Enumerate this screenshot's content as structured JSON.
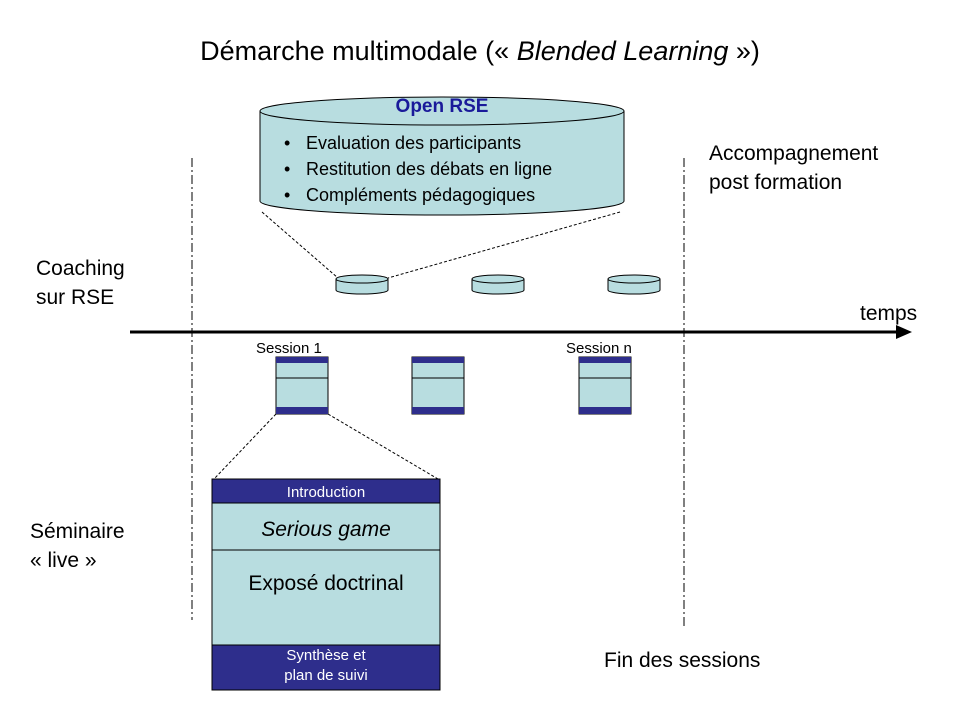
{
  "title_parts": [
    "Démarche multimodale (« ",
    "Blended Learning",
    " »)"
  ],
  "open_rse": {
    "title": "Open RSE",
    "bullets": [
      "Evaluation des participants",
      "Restitution des débats en ligne",
      "Compléments pédagogiques"
    ]
  },
  "labels": {
    "accompagnement_line1": "Accompagnement",
    "accompagnement_line2": "post formation",
    "coaching_line1": "Coaching",
    "coaching_line2": "sur RSE",
    "seminaire_line1": "Séminaire",
    "seminaire_line2": "« live »",
    "temps": "temps",
    "fin_sessions": "Fin des sessions"
  },
  "sessions": {
    "first": "Session 1",
    "last": "Session n"
  },
  "session_detail": {
    "introduction": "Introduction",
    "serious_game": "Serious game",
    "expose": "Exposé doctrinal",
    "synthese_line1": "Synthèse et",
    "synthese_line2": "plan de suivi"
  },
  "colors": {
    "light_fill": "#b8dde0",
    "dark_blue": "#2e2e8c",
    "title_blue": "#1a1a9a"
  }
}
